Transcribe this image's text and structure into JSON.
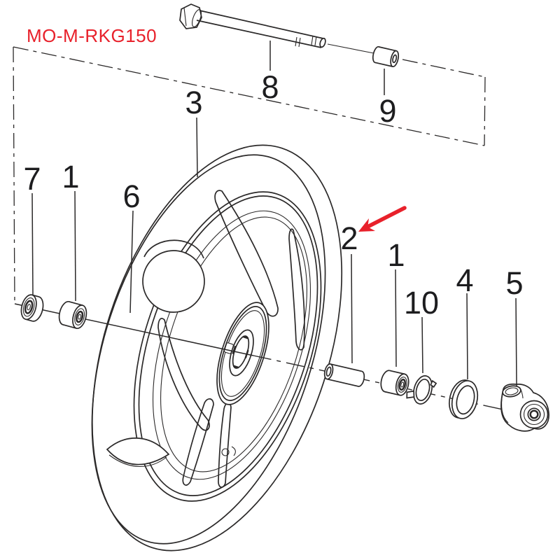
{
  "diagram": {
    "code": "MO-M-RKG150",
    "callouts": {
      "wheel": "3",
      "axle_bolt": "8",
      "axle_spacer": "9",
      "left_seal": "7",
      "left_bearing": "1",
      "hub_bore": "6",
      "center_spacer": "2",
      "right_bearing": "1",
      "retainer_washer": "10",
      "dust_seal": "4",
      "speedo_drive": "5"
    },
    "colors": {
      "line": "#2b2929",
      "label": "#1d1d1f",
      "accent_red": "#e8212b",
      "background": "#ffffff"
    }
  }
}
